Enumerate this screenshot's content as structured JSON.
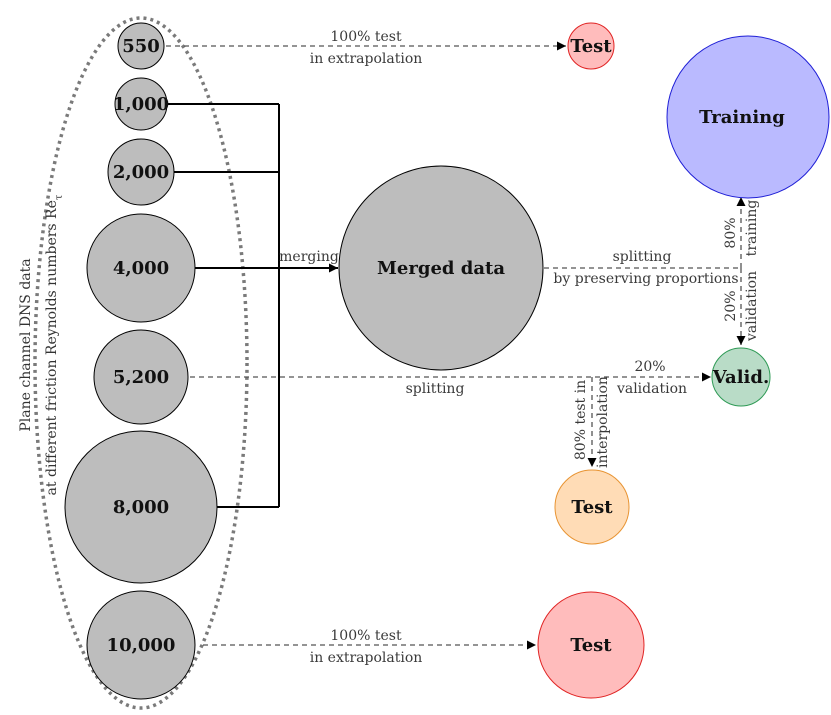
{
  "source_group": {
    "label_line1": "Plane channel DNS data",
    "label_line2": "at different friction Reynolds numbers Re",
    "label_subscript": "τ"
  },
  "datasets": [
    {
      "label": "550"
    },
    {
      "label": "1,000"
    },
    {
      "label": "2,000"
    },
    {
      "label": "4,000"
    },
    {
      "label": "5,200"
    },
    {
      "label": "8,000"
    },
    {
      "label": "10,000"
    }
  ],
  "merged": {
    "label": "Merged data"
  },
  "training": {
    "label": "Training"
  },
  "validation": {
    "label": "Valid."
  },
  "test_extrapolation_top": {
    "label": "Test"
  },
  "test_interpolation": {
    "label": "Test"
  },
  "test_extrapolation_bottom": {
    "label": "Test"
  },
  "edges": {
    "top_test_line1": "100% test",
    "top_test_line2": "in extrapolation",
    "merging": "merging",
    "split_merged_line1": "splitting",
    "split_merged_line2": "by preserving proportions",
    "train_pct": "80%",
    "train_word": "training",
    "val_pct": "20%",
    "val_word": "validation",
    "split_5200": "splitting",
    "val_5200_pct": "20%",
    "val_5200_word": "validation",
    "interp_line1": "80% test in",
    "interp_line2": "interpolation",
    "bottom_test_line1": "100% test",
    "bottom_test_line2": "in extrapolation"
  },
  "colors": {
    "dataset_fill": "#bdbdbd",
    "training_fill": "#babaff",
    "training_stroke": "#1f1fd6",
    "validation_fill": "#b9dcc7",
    "validation_stroke": "#2e9a55",
    "test_red_fill": "#ffbcbc",
    "test_red_stroke": "#e02424",
    "test_orange_fill": "#ffdcb6",
    "test_orange_stroke": "#e89433",
    "dashed_gray": "#555555"
  }
}
